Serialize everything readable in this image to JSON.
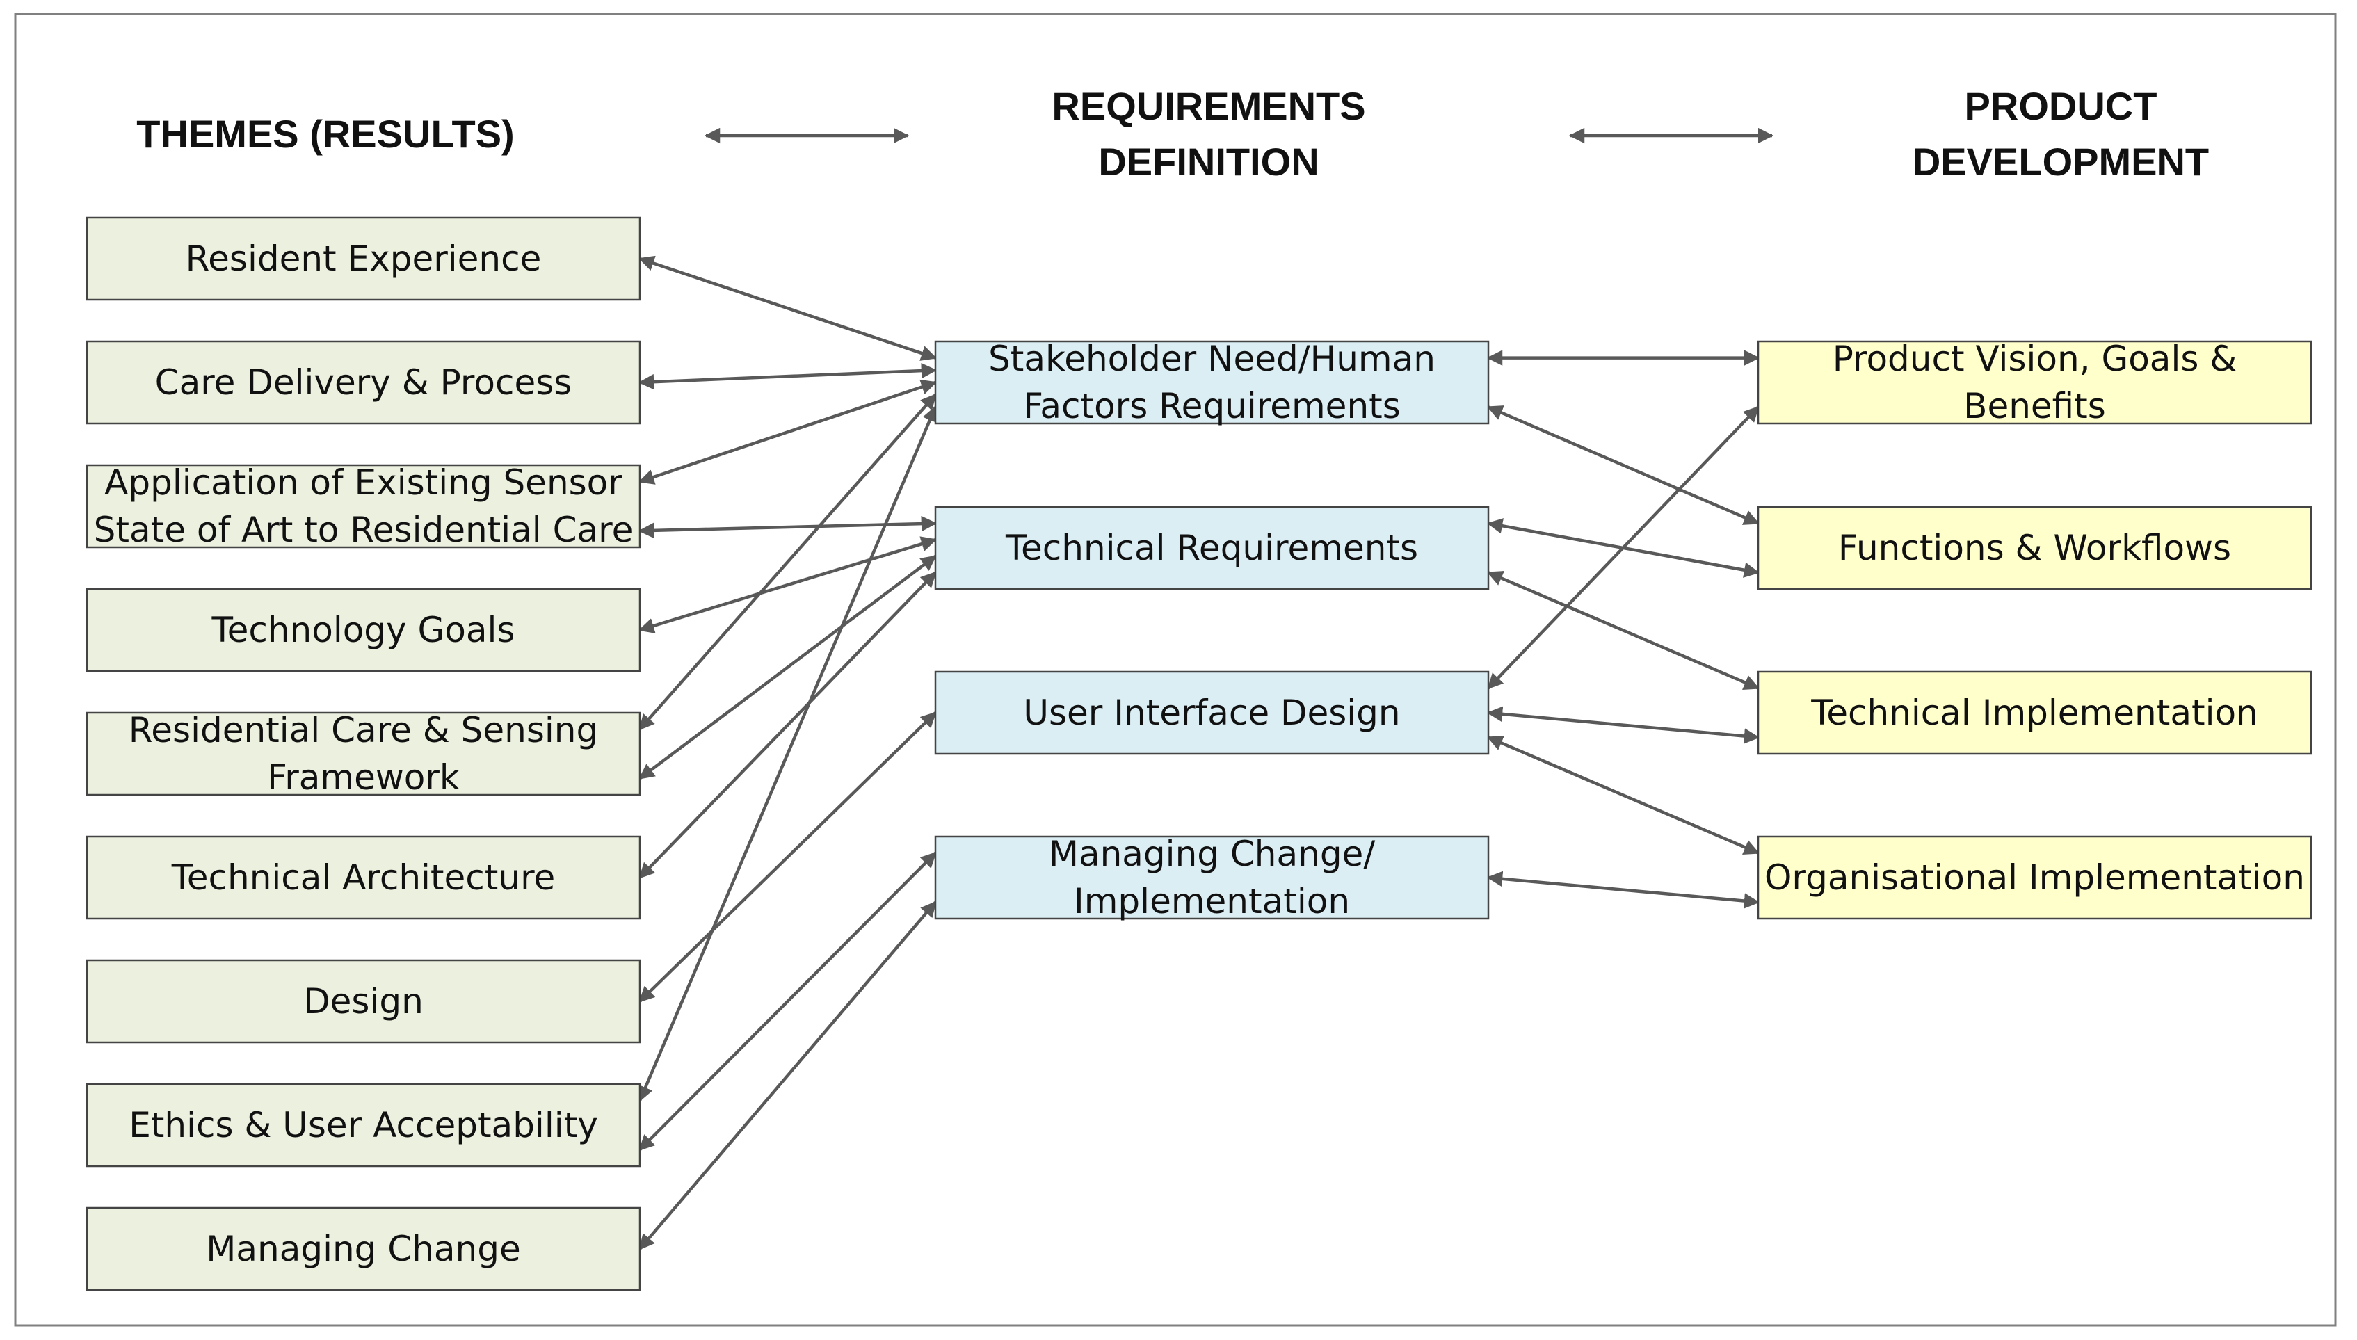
{
  "headers": {
    "themes": "THEMES (RESULTS)",
    "requirements": [
      "REQUIREMENTS",
      "DEFINITION"
    ],
    "product": [
      "PRODUCT",
      "DEVELOPMENT"
    ]
  },
  "themes": [
    {
      "id": "resident-experience",
      "lines": [
        "Resident Experience"
      ]
    },
    {
      "id": "care-delivery",
      "lines": [
        "Care Delivery & Process"
      ]
    },
    {
      "id": "existing-sensor",
      "lines": [
        "Application of Existing Sensor",
        "State of Art to Residential Care"
      ]
    },
    {
      "id": "technology-goals",
      "lines": [
        "Technology Goals"
      ]
    },
    {
      "id": "care-sensing-framework",
      "lines": [
        "Residential Care & Sensing",
        "Framework"
      ]
    },
    {
      "id": "technical-architecture",
      "lines": [
        "Technical Architecture"
      ]
    },
    {
      "id": "design",
      "lines": [
        "Design"
      ]
    },
    {
      "id": "ethics",
      "lines": [
        "Ethics & User Acceptability"
      ]
    },
    {
      "id": "managing-change",
      "lines": [
        "Managing Change"
      ]
    }
  ],
  "requirements": [
    {
      "id": "stakeholder-need",
      "lines": [
        "Stakeholder Need/Human",
        "Factors Requirements"
      ]
    },
    {
      "id": "technical-requirements",
      "lines": [
        "Technical Requirements"
      ]
    },
    {
      "id": "user-interface-design",
      "lines": [
        "User Interface Design"
      ]
    },
    {
      "id": "managing-change-implementation",
      "lines": [
        "Managing Change/",
        "Implementation"
      ]
    }
  ],
  "product": [
    {
      "id": "product-vision",
      "lines": [
        "Product Vision, Goals &",
        "Benefits"
      ]
    },
    {
      "id": "functions-workflows",
      "lines": [
        "Functions & Workflows"
      ]
    },
    {
      "id": "technical-implementation",
      "lines": [
        "Technical Implementation"
      ]
    },
    {
      "id": "organisational-implementation",
      "lines": [
        "Organisational Implementation"
      ]
    }
  ],
  "connections": [
    {
      "from": "resident-experience",
      "to": "stakeholder-need",
      "arrows": "both"
    },
    {
      "from": "care-delivery",
      "to": "stakeholder-need",
      "arrows": "both"
    },
    {
      "from": "existing-sensor",
      "to": "stakeholder-need",
      "arrows": "both"
    },
    {
      "from": "existing-sensor",
      "to": "technical-requirements",
      "arrows": "both"
    },
    {
      "from": "technology-goals",
      "to": "technical-requirements",
      "arrows": "both"
    },
    {
      "from": "care-sensing-framework",
      "to": "stakeholder-need",
      "arrows": "both"
    },
    {
      "from": "care-sensing-framework",
      "to": "technical-requirements",
      "arrows": "both"
    },
    {
      "from": "technical-architecture",
      "to": "technical-requirements",
      "arrows": "both"
    },
    {
      "from": "design",
      "to": "user-interface-design",
      "arrows": "both"
    },
    {
      "from": "ethics",
      "to": "stakeholder-need",
      "arrows": "both"
    },
    {
      "from": "ethics",
      "to": "managing-change-implementation",
      "arrows": "both"
    },
    {
      "from": "managing-change",
      "to": "managing-change-implementation",
      "arrows": "both"
    },
    {
      "from": "stakeholder-need",
      "to": "product-vision",
      "arrows": "both"
    },
    {
      "from": "stakeholder-need",
      "to": "functions-workflows",
      "arrows": "both"
    },
    {
      "from": "technical-requirements",
      "to": "functions-workflows",
      "arrows": "both"
    },
    {
      "from": "technical-requirements",
      "to": "technical-implementation",
      "arrows": "both"
    },
    {
      "from": "user-interface-design",
      "to": "product-vision",
      "arrows": "both"
    },
    {
      "from": "user-interface-design",
      "to": "technical-implementation",
      "arrows": "both"
    },
    {
      "from": "user-interface-design",
      "to": "organisational-implementation",
      "arrows": "both"
    },
    {
      "from": "managing-change-implementation",
      "to": "organisational-implementation",
      "arrows": "both"
    }
  ],
  "colors": {
    "themes_fill": "#ebf1de",
    "requirements_fill": "#dbeef4",
    "product_fill": "#ffffcc",
    "connector": "#595959"
  }
}
